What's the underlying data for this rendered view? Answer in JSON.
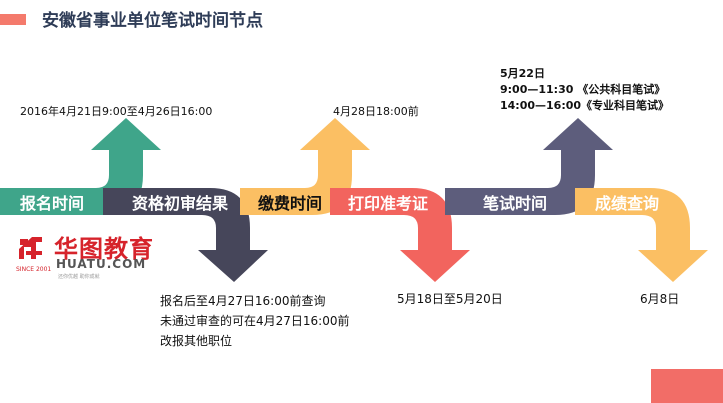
{
  "title": "安徽省事业单位笔试时间节点",
  "stages": [
    {
      "label": "报名时间",
      "color": "#3fa58a",
      "text_color": "#ffffff"
    },
    {
      "label": "资格初审结果",
      "color": "#46465a",
      "text_color": "#ffffff"
    },
    {
      "label": "缴费时间",
      "color": "#fbbf63",
      "text_color": "#111111"
    },
    {
      "label": "打印准考证",
      "color": "#f2645e",
      "text_color": "#ffffff"
    },
    {
      "label": "笔试时间",
      "color": "#5d5d7c",
      "text_color": "#ffffff"
    },
    {
      "label": "成绩查询",
      "color": "#fbbf63",
      "text_color": "#ffffff"
    }
  ],
  "annotations": {
    "signup": "2016年4月21日9:00至4月26日16:00",
    "review_1": "报名后至4月27日16:00前查询",
    "review_2": "未通过审查的可在4月27日16:00前",
    "review_3": "改报其他职位",
    "payment": "4月28日18:00前",
    "admission": "5月18日至5月20日",
    "exam_1": "5月22日",
    "exam_2": "9:00—11:30 《公共科目笔试》",
    "exam_3": "14:00—16:00《专业科目笔试》",
    "score": "6月8日"
  },
  "logo": {
    "name": "华图教育",
    "url": "HUATU.COM",
    "since": "SINCE 2001",
    "slogan": "还你优越  助你成就"
  }
}
